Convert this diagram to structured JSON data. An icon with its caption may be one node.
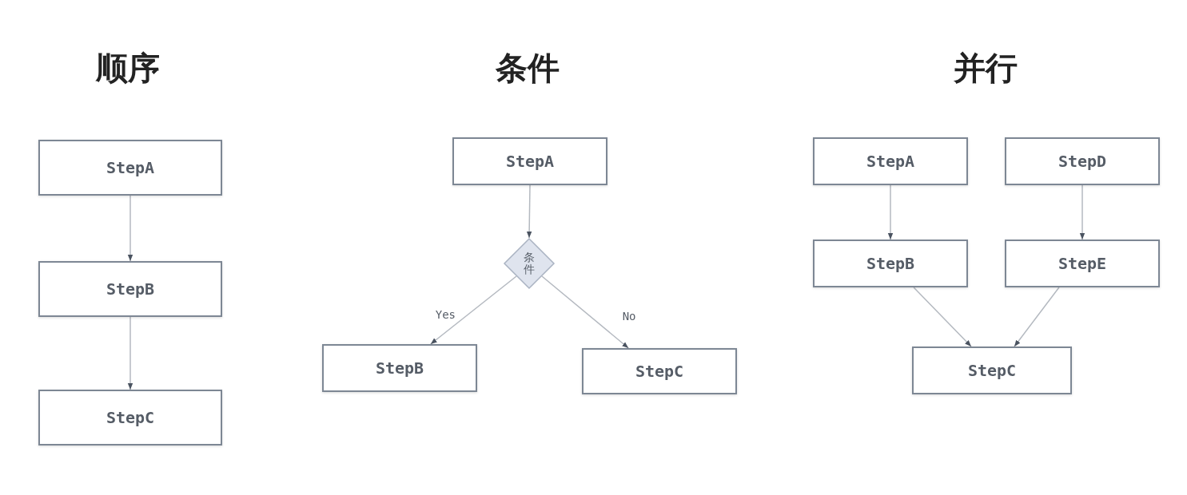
{
  "diagram": {
    "nodes": [
      {
        "text": [
          "StepA"
        ]
      },
      {
        "text": [
          "StepB"
        ]
      },
      {
        "text": [
          "StepC"
        ]
      },
      {
        "text": [
          "StepA"
        ]
      },
      {
        "text": [
          "条件"
        ]
      },
      {
        "text": [
          "StepB"
        ]
      },
      {
        "text": [
          "StepC"
        ]
      },
      {
        "text": [
          "StepA"
        ]
      },
      {
        "text": [
          "StepD"
        ]
      },
      {
        "text": [
          "StepB"
        ]
      },
      {
        "text": [
          "StepE"
        ]
      },
      {
        "text": [
          "StepC"
        ]
      }
    ],
    "edges": [
      {
        "from": 0,
        "to": 1,
        "arrow": "to"
      },
      {
        "from": 1,
        "to": 2,
        "arrow": "to"
      },
      {
        "from": 3,
        "to": 4,
        "arrow": "to"
      },
      {
        "from": 4,
        "to": 5,
        "arrow": "to",
        "label": "Yes"
      },
      {
        "from": 4,
        "to": 6,
        "arrow": "to",
        "label": "No"
      },
      {
        "from": 7,
        "to": 9,
        "arrow": "to"
      },
      {
        "from": 8,
        "to": 10,
        "arrow": "to"
      },
      {
        "from": 9,
        "to": 11,
        "arrow": "to"
      },
      {
        "from": 10,
        "to": 11,
        "arrow": "to"
      }
    ],
    "labels": [
      "顺序",
      "条件",
      "并行"
    ]
  }
}
